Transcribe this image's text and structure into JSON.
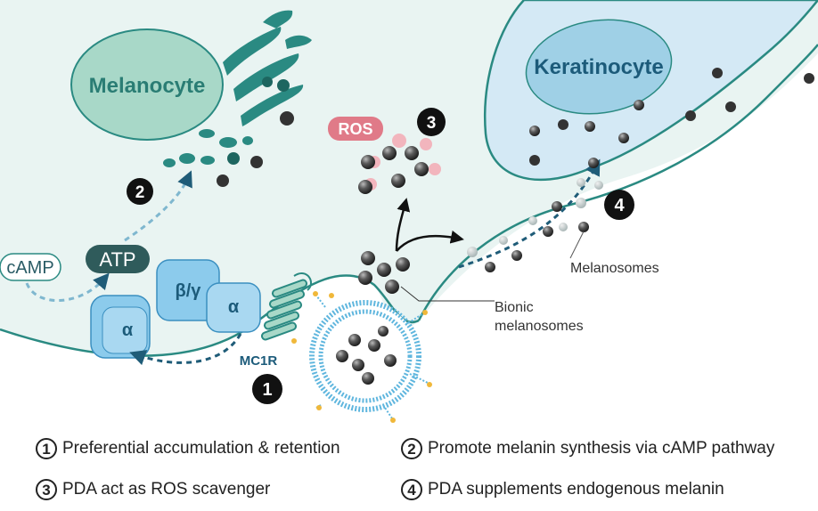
{
  "labels": {
    "melanocyte": "Melanocyte",
    "keratinocyte": "Keratinocyte",
    "ros": "ROS",
    "atp": "ATP",
    "camp": "cAMP",
    "beta_gamma": "β/γ",
    "alpha": "α",
    "mc1r": "MC1R",
    "melanosomes": "Melanosomes",
    "bionic_melanosomes_line1": "Bionic",
    "bionic_melanosomes_line2": "melanosomes"
  },
  "steps": [
    {
      "num": "1",
      "text": "Preferential accumulation & retention"
    },
    {
      "num": "2",
      "text": "Promote melanin synthesis via cAMP pathway"
    },
    {
      "num": "3",
      "text": "PDA act as ROS scavenger"
    },
    {
      "num": "4",
      "text": "PDA supplements endogenous melanin"
    }
  ],
  "colors": {
    "cell_fill": "#e9f4f2",
    "membrane": "#2a8a82",
    "keratinocyte_fill": "#d4e9f5",
    "nucleus_fill": "#9fd0e6",
    "melanocyte_fill": "#a8d8c8",
    "ros_pink": "#e07a88",
    "atp_fill": "#2f5b5b",
    "protein_blue": "#8ccbec",
    "liposome_blue": "#5fb6de",
    "arrow_blue": "#1f5c78"
  },
  "icons": [
    "melanosome-particle",
    "ros-particle",
    "mc1r-receptor",
    "liposome"
  ]
}
